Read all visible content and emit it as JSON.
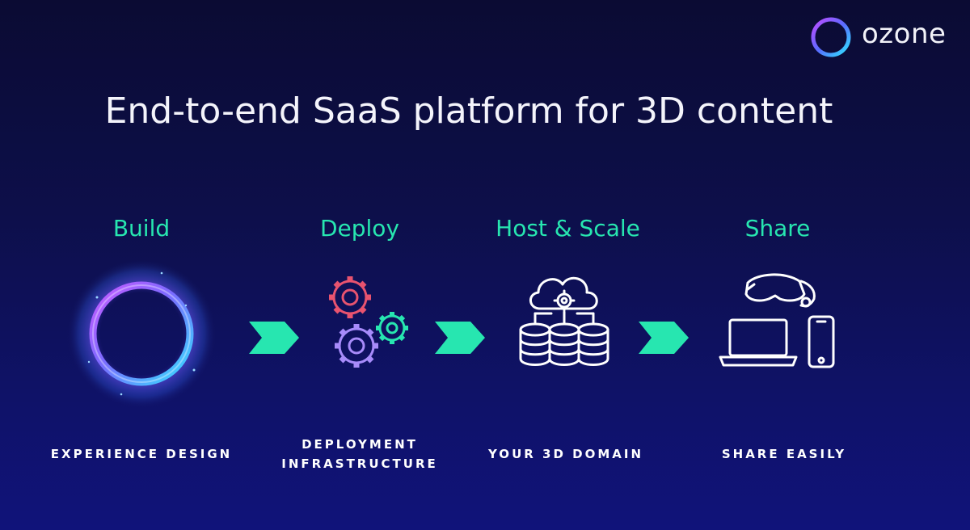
{
  "brand": {
    "name": "ozone"
  },
  "title": "End-to-end SaaS platform for 3D content",
  "steps": [
    {
      "label": "Build",
      "caption": "EXPERIENCE DESIGN",
      "icon": "glowing-ring-icon"
    },
    {
      "label": "Deploy",
      "caption_line1": "DEPLOYMENT",
      "caption_line2": "INFRASTRUCTURE",
      "icon": "gears-icon"
    },
    {
      "label": "Host & Scale",
      "caption": "YOUR 3D DOMAIN",
      "icon": "cloud-database-icon"
    },
    {
      "label": "Share",
      "caption": "SHARE EASILY",
      "icon": "devices-icon"
    }
  ],
  "colors": {
    "accent": "#27e6b0",
    "background": "#0d0f4a",
    "gear_pink": "#e8536f",
    "gear_purple": "#a78bfa",
    "gear_green": "#27e6b0"
  }
}
